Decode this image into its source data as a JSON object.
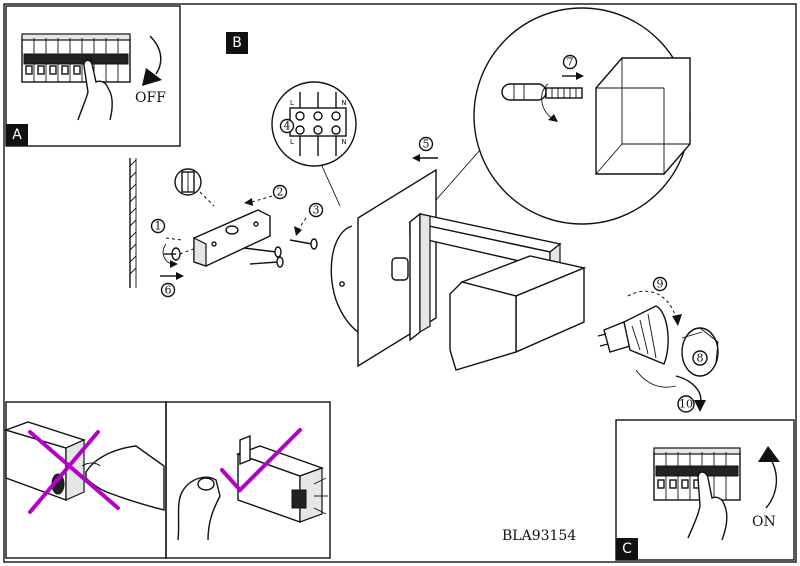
{
  "panels": {
    "a": {
      "tag": "A",
      "switch_label": "OFF"
    },
    "b": {
      "tag": "B"
    },
    "c": {
      "tag": "C",
      "switch_label": "ON"
    }
  },
  "terminal_labels": {
    "l": "L",
    "n": "N"
  },
  "steps": [
    "1",
    "2",
    "3",
    "4",
    "5",
    "6",
    "7",
    "8",
    "9",
    "10"
  ],
  "product_code": "BLA93154"
}
